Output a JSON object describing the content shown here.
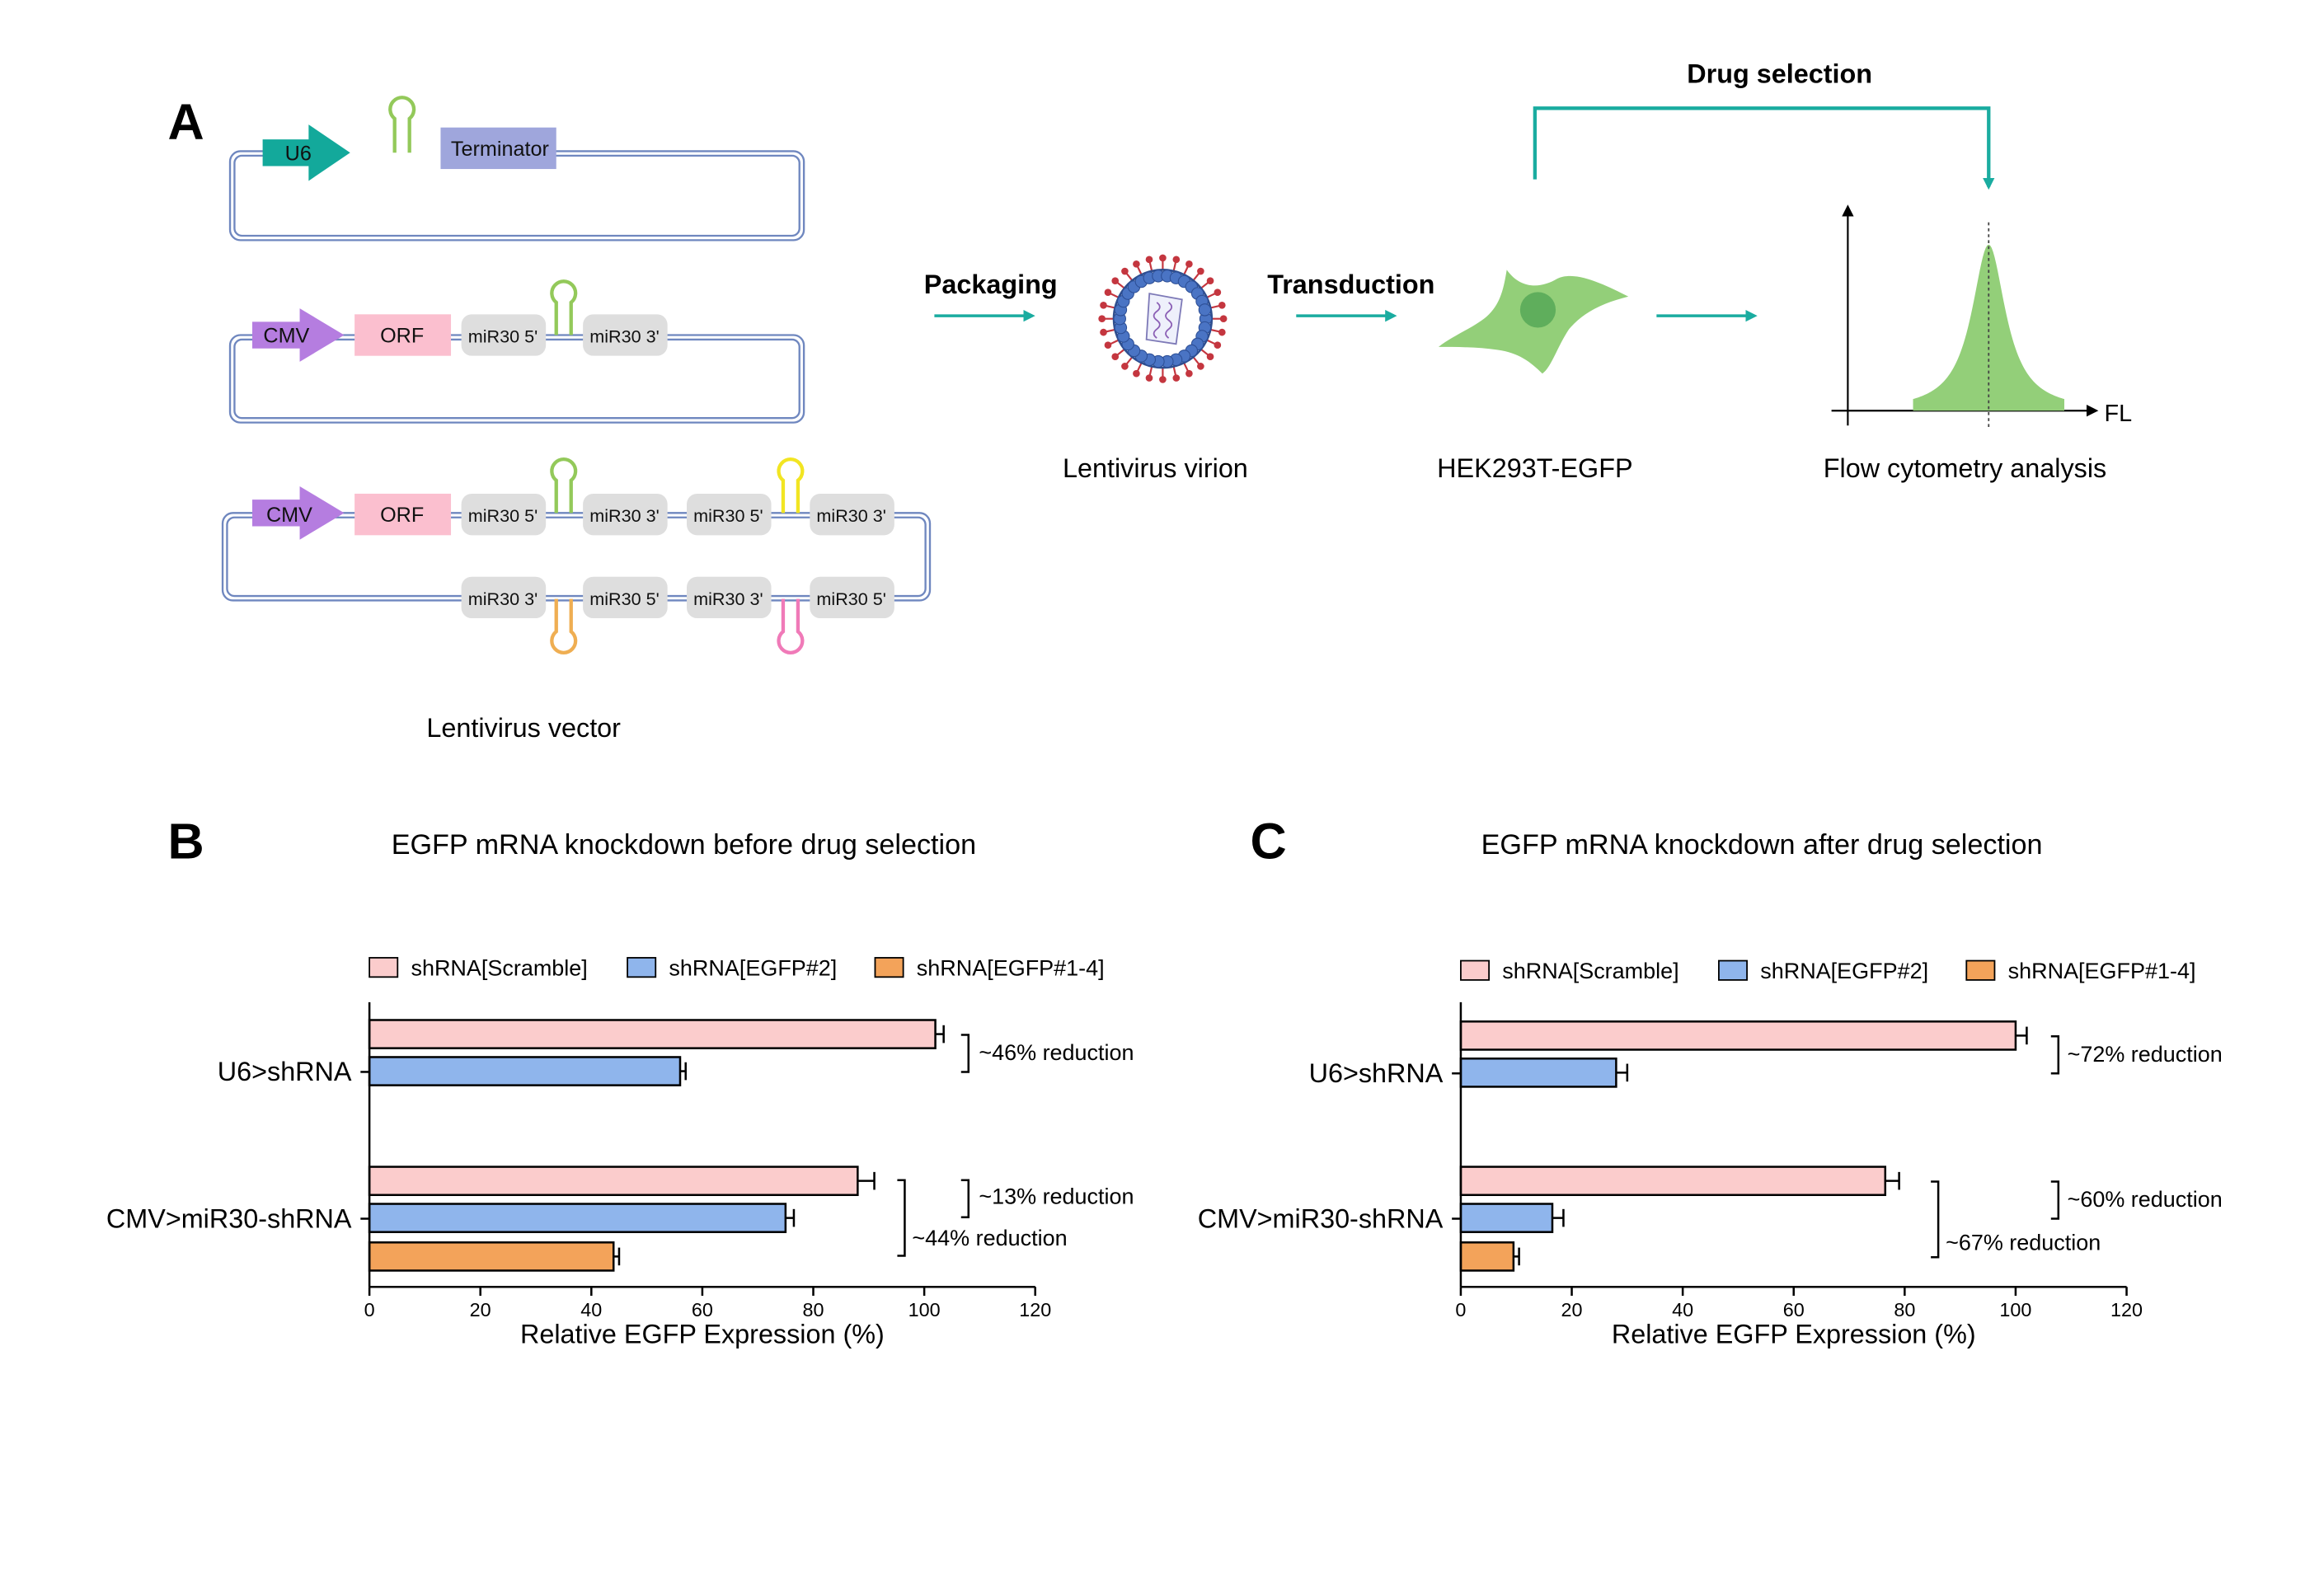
{
  "panel_a": {
    "label": "A",
    "vectors": {
      "v1": {
        "promoter": "U6",
        "terminator": "Terminator"
      },
      "v2": {
        "promoter": "CMV",
        "orf": "ORF",
        "mir5": "miR30 5'",
        "mir3": "miR30 3'"
      },
      "v3": {
        "promoter": "CMV",
        "orf": "ORF",
        "top": [
          "miR30 5'",
          "miR30 3'",
          "miR30 5'",
          "miR30 3'"
        ],
        "bottom": [
          "miR30 3'",
          "miR30 5'",
          "miR30 3'",
          "miR30 5'"
        ]
      },
      "caption": "Lentivirus vector"
    },
    "packaging": "Packaging",
    "virion_caption": "Lentivirus virion",
    "transduction": "Transduction",
    "cell_caption": "HEK293T-EGFP",
    "drug_selection": "Drug  selection",
    "flow_caption": "Flow cytometry analysis",
    "flow_axis": "FL",
    "colors": {
      "teal": "#1aaca0",
      "u6": "#13a99b",
      "terminator": "#9fa6dc",
      "cmv": "#b57de0",
      "orf": "#fbbfcf",
      "mir": "#dedede",
      "cell": "#93cf79",
      "nucleus": "#5fae5c",
      "virion_blue": "#4a74c4",
      "virion_red": "#c4363f"
    }
  },
  "legend": [
    "shRNA[Scramble]",
    "shRNA[EGFP#2]",
    "shRNA[EGFP#1-4]"
  ],
  "chart_data": [
    {
      "panel": "B",
      "type": "bar",
      "orientation": "horizontal",
      "title": "EGFP mRNA knockdown before drug selection",
      "xlabel": "Relative EGFP Expression (%)",
      "xlim": [
        0,
        120
      ],
      "xticks": [
        0,
        20,
        40,
        60,
        80,
        100,
        120
      ],
      "categories": [
        "U6>shRNA",
        "CMV>miR30-shRNA"
      ],
      "series": [
        {
          "name": "shRNA[Scramble]",
          "color": "#fbcccc",
          "values": [
            102,
            88
          ],
          "errors": [
            1.5,
            3
          ]
        },
        {
          "name": "shRNA[EGFP#2]",
          "color": "#8fb5ec",
          "values": [
            56,
            75
          ],
          "errors": [
            1,
            1.5
          ]
        },
        {
          "name": "shRNA[EGFP#1-4]",
          "color": "#f3a35a",
          "values": [
            null,
            44
          ],
          "errors": [
            null,
            1
          ]
        }
      ],
      "annotations": [
        "~46% reduction",
        "~13% reduction",
        "~44% reduction"
      ]
    },
    {
      "panel": "C",
      "type": "bar",
      "orientation": "horizontal",
      "title": "EGFP mRNA knockdown after drug selection",
      "xlabel": "Relative EGFP Expression (%)",
      "xlim": [
        0,
        120
      ],
      "xticks": [
        0,
        20,
        40,
        60,
        80,
        100,
        120
      ],
      "categories": [
        "U6>shRNA",
        "CMV>miR30-shRNA"
      ],
      "series": [
        {
          "name": "shRNA[Scramble]",
          "color": "#fbcccc",
          "values": [
            100,
            76.5
          ],
          "errors": [
            2,
            2.5
          ]
        },
        {
          "name": "shRNA[EGFP#2]",
          "color": "#8fb5ec",
          "values": [
            28,
            16.5
          ],
          "errors": [
            2,
            2
          ]
        },
        {
          "name": "shRNA[EGFP#1-4]",
          "color": "#f3a35a",
          "values": [
            null,
            9.5
          ],
          "errors": [
            null,
            1
          ]
        }
      ],
      "annotations": [
        "~72% reduction",
        "~60% reduction",
        "~67% reduction"
      ]
    }
  ]
}
